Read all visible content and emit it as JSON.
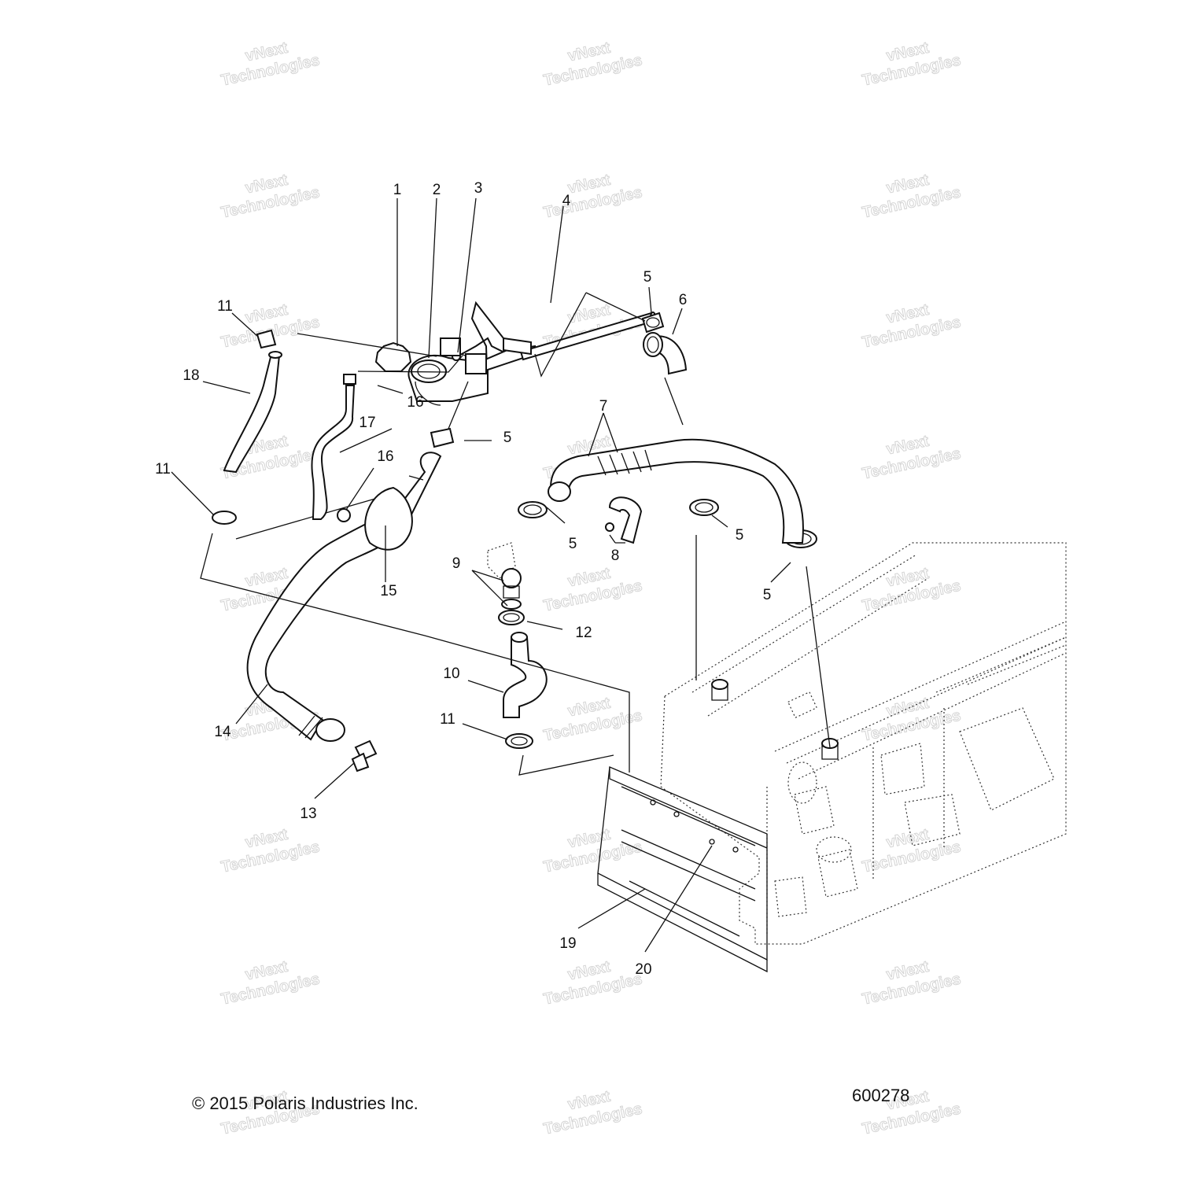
{
  "footer": {
    "copyright": "© 2015 Polaris Industries Inc.",
    "figure_number": "600278"
  },
  "watermark": {
    "line1": "vNext",
    "line2": "Technologies"
  },
  "callouts": {
    "c1": "1",
    "c2": "2",
    "c3": "3",
    "c4": "4",
    "c5a": "5",
    "c5b": "5",
    "c5c": "5",
    "c5d": "5",
    "c5e": "5",
    "c6": "6",
    "c7": "7",
    "c8": "8",
    "c9": "9",
    "c10": "10",
    "c11a": "11",
    "c11b": "11",
    "c11c": "11",
    "c12": "12",
    "c13": "13",
    "c14": "14",
    "c15": "15",
    "c16a": "16",
    "c16b": "16",
    "c17": "17",
    "c18": "18",
    "c19": "19",
    "c20": "20"
  }
}
